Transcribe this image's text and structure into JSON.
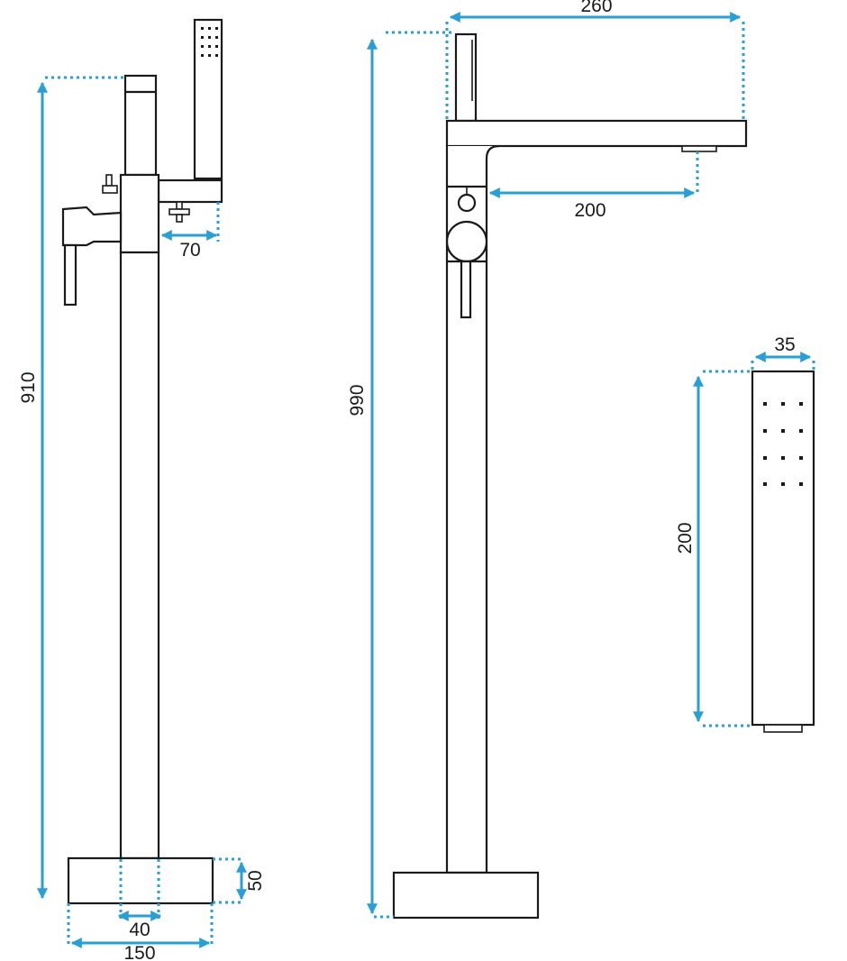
{
  "colors": {
    "dimension": "#2a9fd6",
    "outline": "#1a1a1a"
  },
  "left_view": {
    "height_label": "910",
    "spout_label": "70",
    "base_height_label": "50",
    "column_width_label": "40",
    "base_width_label": "150"
  },
  "side_view": {
    "height_label": "990",
    "reach_label": "260",
    "spout_label": "200"
  },
  "hand_shower": {
    "width_label": "35",
    "length_label": "200"
  }
}
